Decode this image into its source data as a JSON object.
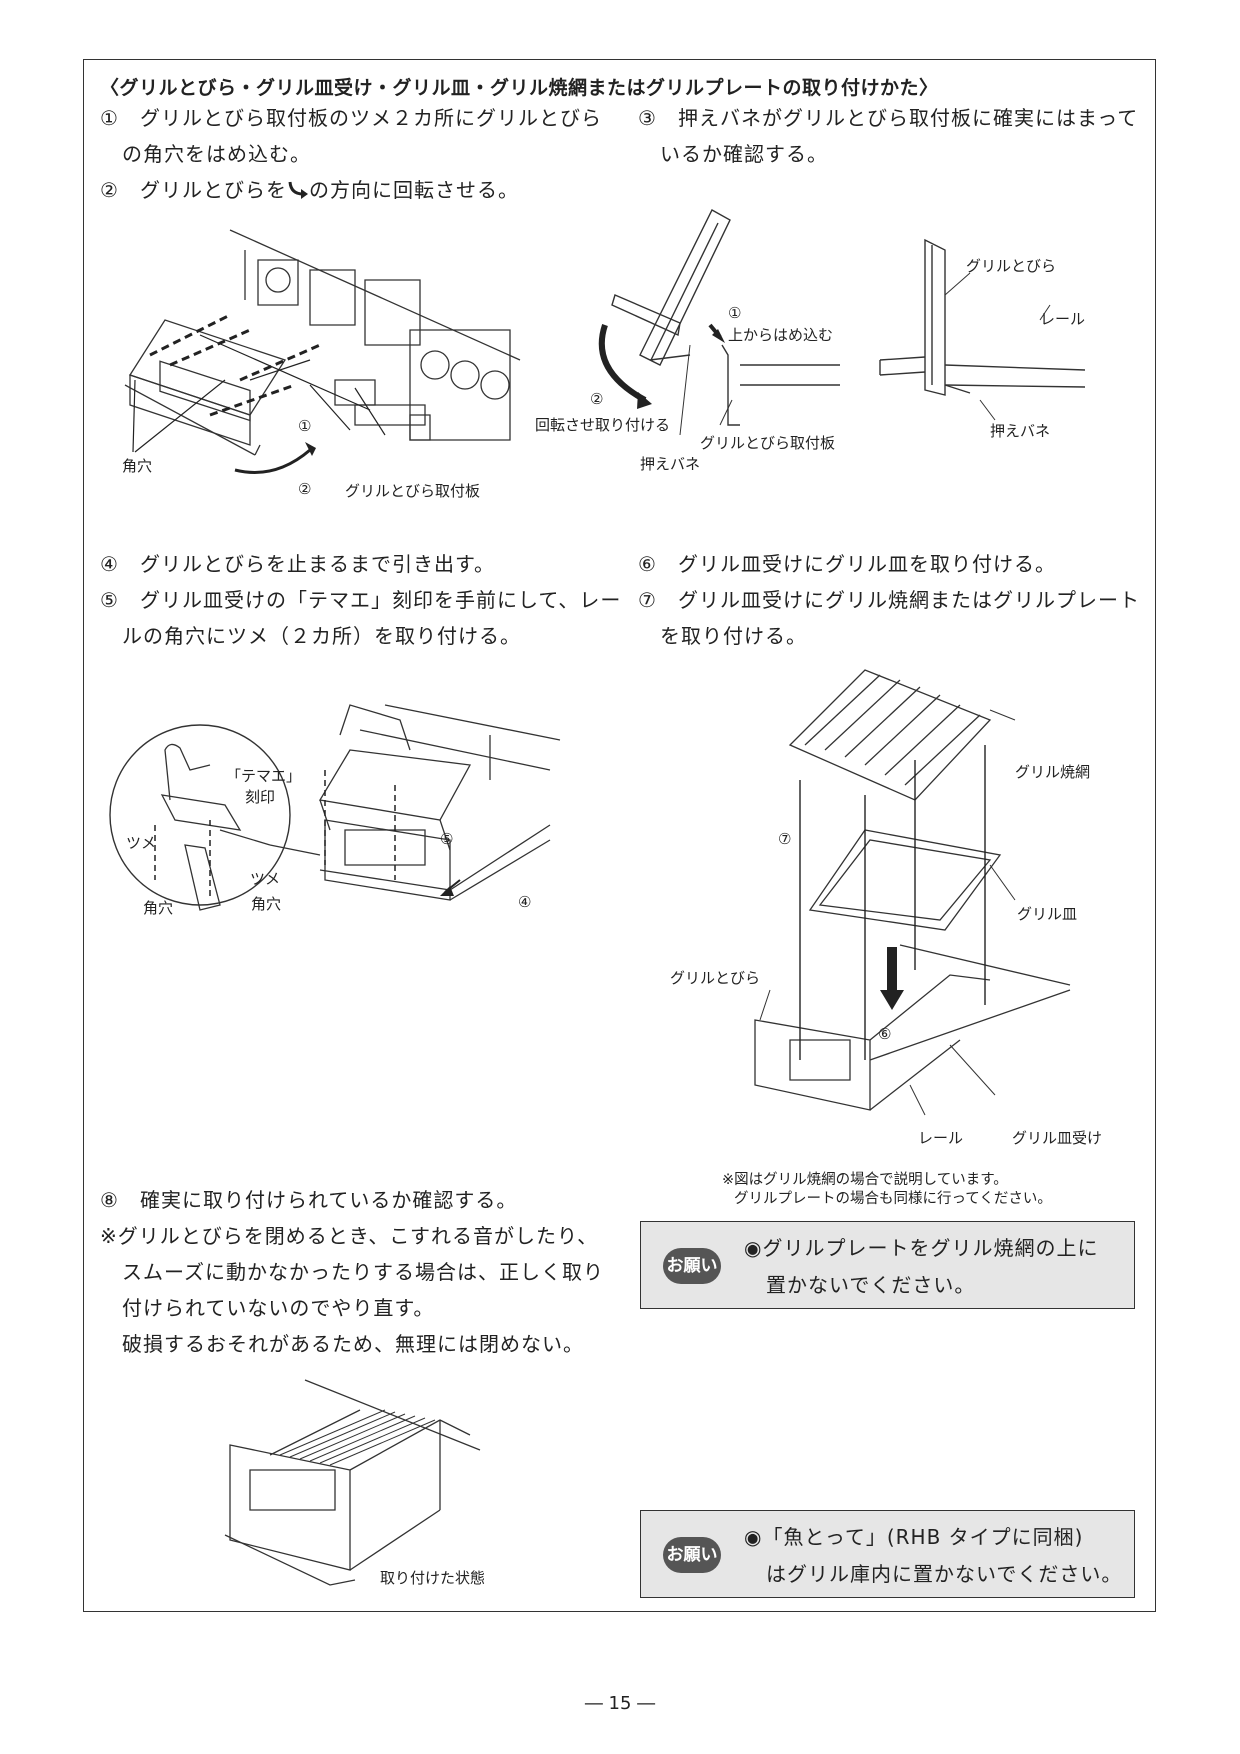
{
  "heading": "〈グリルとびら・グリル皿受け・グリル皿・グリル焼網またはグリルプレートの取り付けかた〉",
  "steps": {
    "s1": {
      "num": "①",
      "line1": "グリルとびら取付板のツメ２カ所にグリルとびら",
      "line2": "の角穴をはめ込む。"
    },
    "s2": {
      "num": "②",
      "line1": "グリルとびらを",
      "line1b": "の方向に回転させる。"
    },
    "s3": {
      "num": "③",
      "line1": "押えバネがグリルとびら取付板に確実にはまって",
      "line2": "いるか確認する。"
    },
    "s4": {
      "num": "④",
      "line1": "グリルとびらを止まるまで引き出す。"
    },
    "s5": {
      "num": "⑤",
      "line1": "グリル皿受けの「テマエ」刻印を手前にして、レー",
      "line2": "ルの角穴にツメ（２カ所）を取り付ける。"
    },
    "s6": {
      "num": "⑥",
      "line1": "グリル皿受けにグリル皿を取り付ける。"
    },
    "s7": {
      "num": "⑦",
      "line1": "グリル皿受けにグリル焼網またはグリルプレート",
      "line2": "を取り付ける。"
    },
    "s8": {
      "num": "⑧",
      "line1": "確実に取り付けられているか確認する。"
    }
  },
  "caution": {
    "line1": "※グリルとびらを閉めるとき、こすれる音がしたり、",
    "line2": "スムーズに動かなかったりする場合は、正しく取り",
    "line3": "付けられていないのでやり直す。",
    "line4": "破損するおそれがあるため、無理には閉めない。"
  },
  "fig1": {
    "kakuana": "角穴",
    "c1": "①",
    "c2": "②",
    "plate": "グリルとびら取付板"
  },
  "fig2": {
    "c1": "①",
    "insert": "上からはめ込む",
    "c2": "②",
    "rotate": "回転させ取り付ける",
    "spring": "押えバネ",
    "plate": "グリルとびら取付板"
  },
  "fig3": {
    "door": "グリルとびら",
    "rail": "レール",
    "spring": "押えバネ"
  },
  "fig4": {
    "temae1": "「テマエ」",
    "temae2": "刻印",
    "tsume1": "ツメ",
    "tsume2": "ツメ",
    "kakuana1": "角穴",
    "kakuana2": "角穴",
    "c5": "⑤",
    "c4": "④"
  },
  "fig5": {
    "net": "グリル焼網",
    "c7": "⑦",
    "dish": "グリル皿",
    "door": "グリルとびら",
    "c6": "⑥",
    "rail": "レール",
    "holder": "グリル皿受け"
  },
  "fig5note": {
    "line1": "※図はグリル焼網の場合で説明しています。",
    "line2": "グリルプレートの場合も同様に行ってください。"
  },
  "fig6": {
    "caption": "取り付けた状態"
  },
  "notice1": {
    "badge": "お願い",
    "line1": "◉グリルプレートをグリル焼網の上に",
    "line2": "置かないでください。"
  },
  "notice2": {
    "badge": "お願い",
    "line1": "◉「魚とって」(RHB タイプに同梱)",
    "line2": "はグリル庫内に置かないでください。"
  },
  "page_number": "― 15 ―"
}
